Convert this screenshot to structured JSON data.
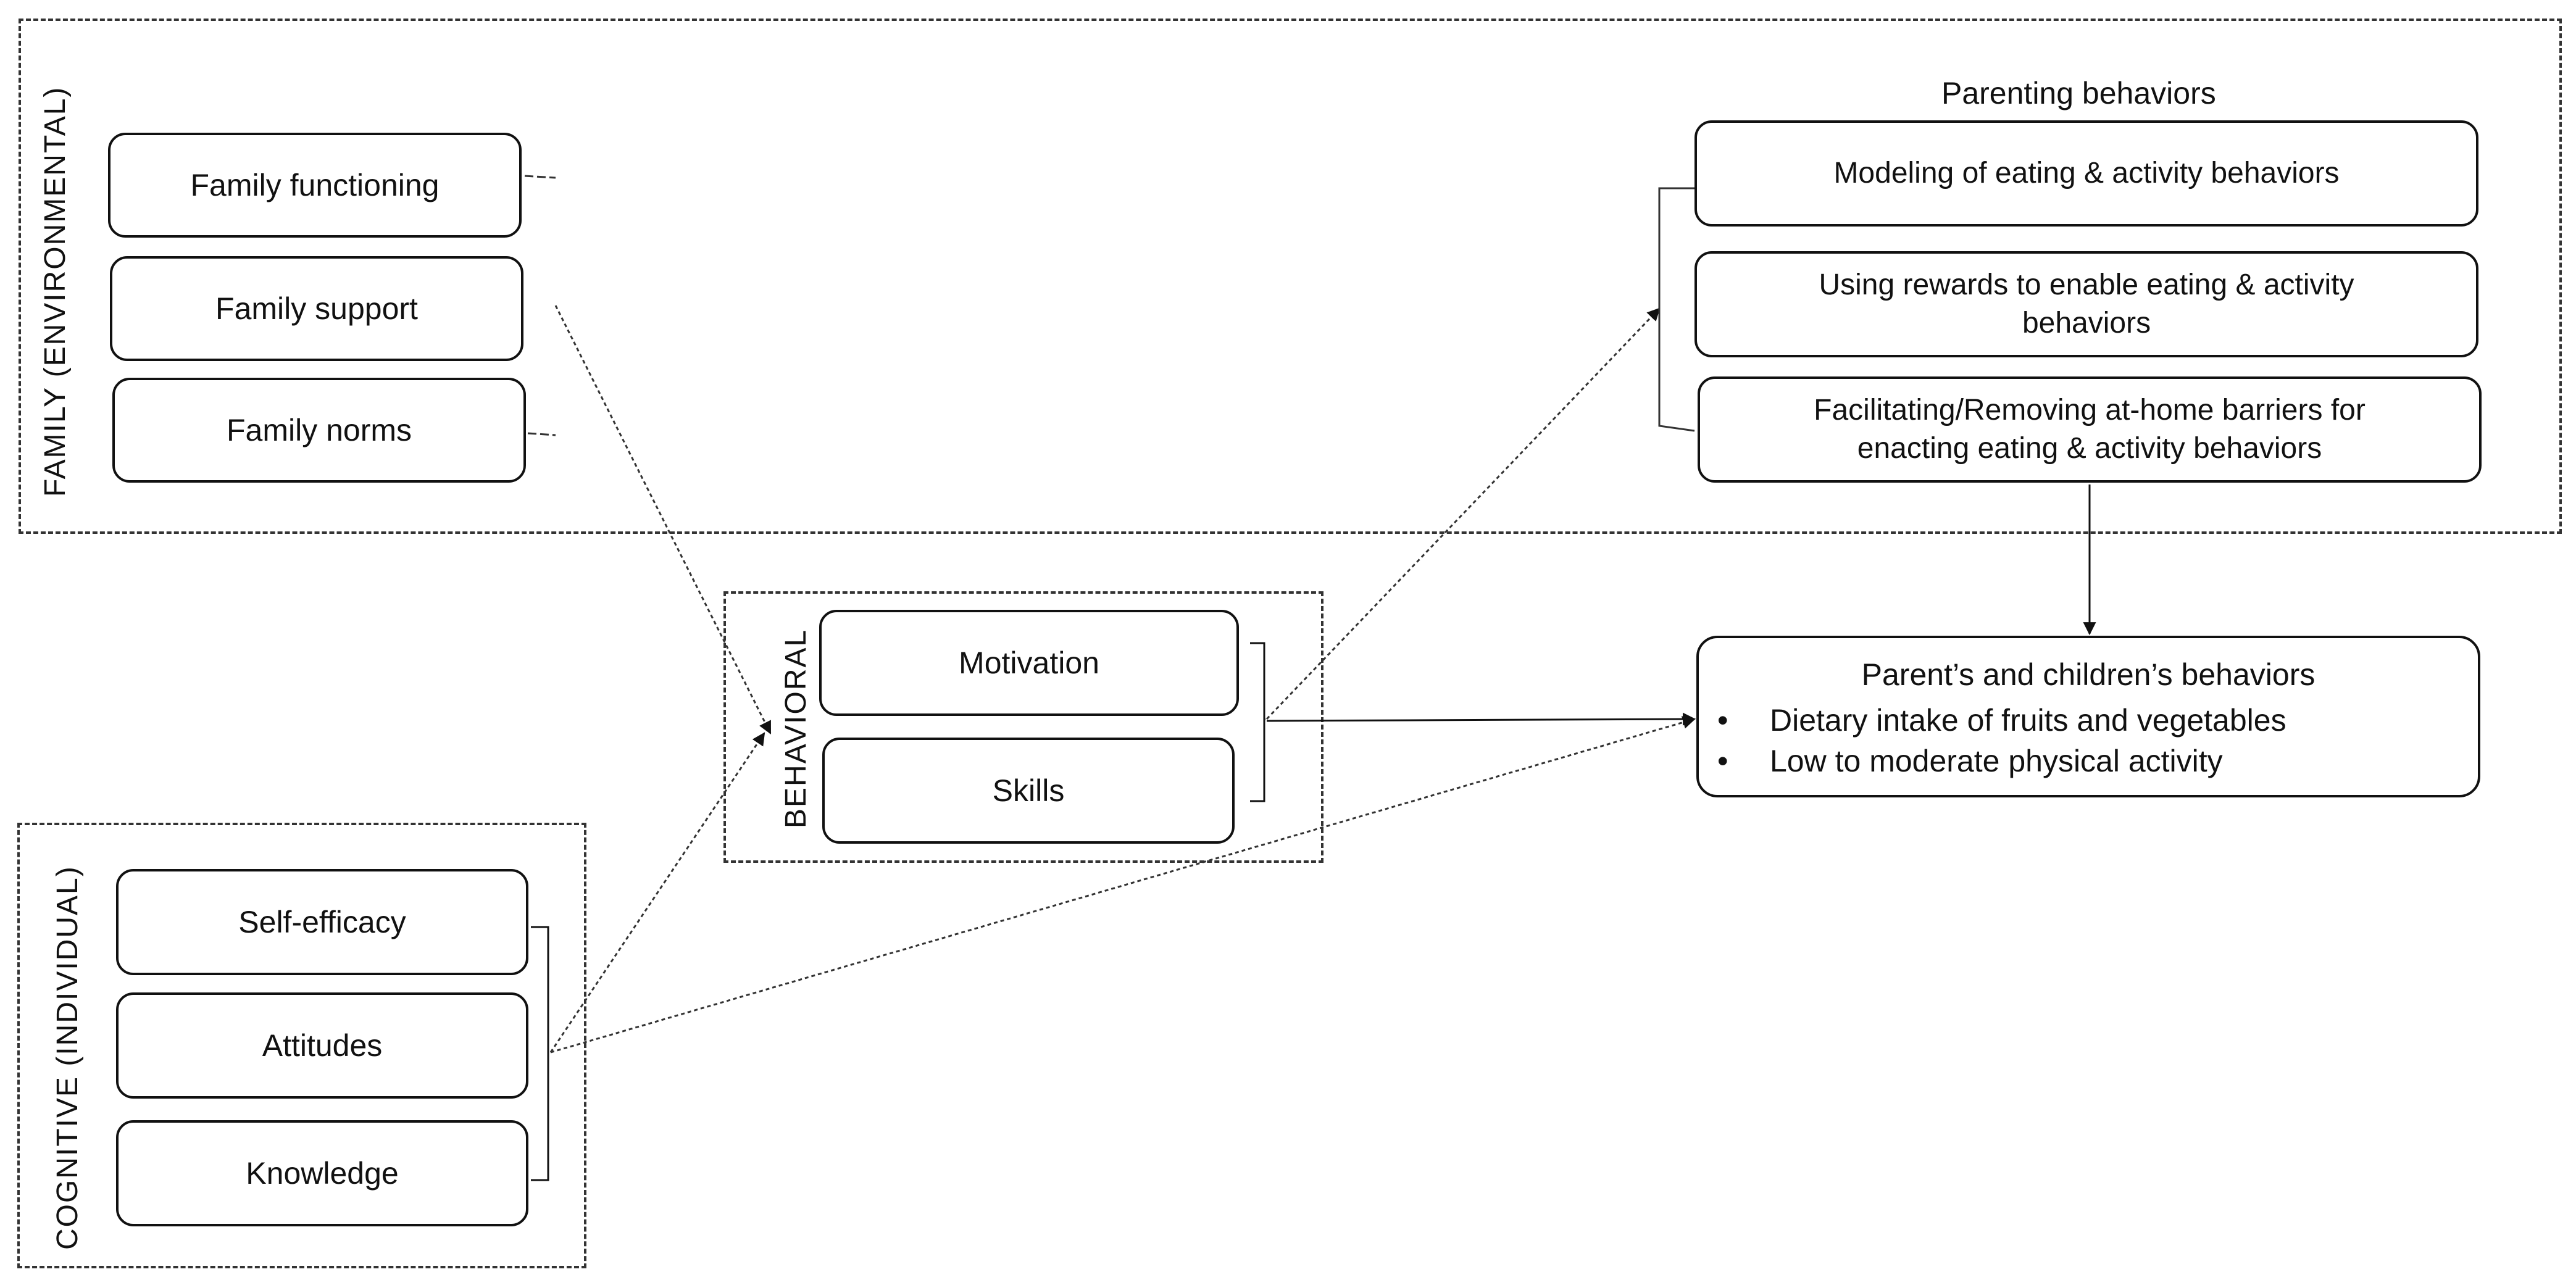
{
  "groups": {
    "family": {
      "label": "FAMILY  (ENVIRONMENTAL)"
    },
    "behavioral": {
      "label": "BEHAVIORAL"
    },
    "cognitive": {
      "label": "COGNITIVE (INDIVIDUAL)"
    }
  },
  "family_boxes": [
    "Family functioning",
    "Family support",
    "Family norms"
  ],
  "behavioral_boxes": [
    "Motivation",
    "Skills"
  ],
  "cognitive_boxes": [
    "Self-efficacy",
    "Attitudes",
    "Knowledge"
  ],
  "parenting": {
    "heading": "Parenting behaviors",
    "boxes": [
      "Modeling of eating & activity behaviors",
      "Using rewards to enable eating & activity behaviors",
      "Facilitating/Removing at-home barriers for enacting eating & activity behaviors"
    ]
  },
  "outcome": {
    "title": "Parent’s and children’s behaviors",
    "items": [
      "Dietary intake of fruits and vegetables",
      "Low to moderate physical activity"
    ]
  }
}
